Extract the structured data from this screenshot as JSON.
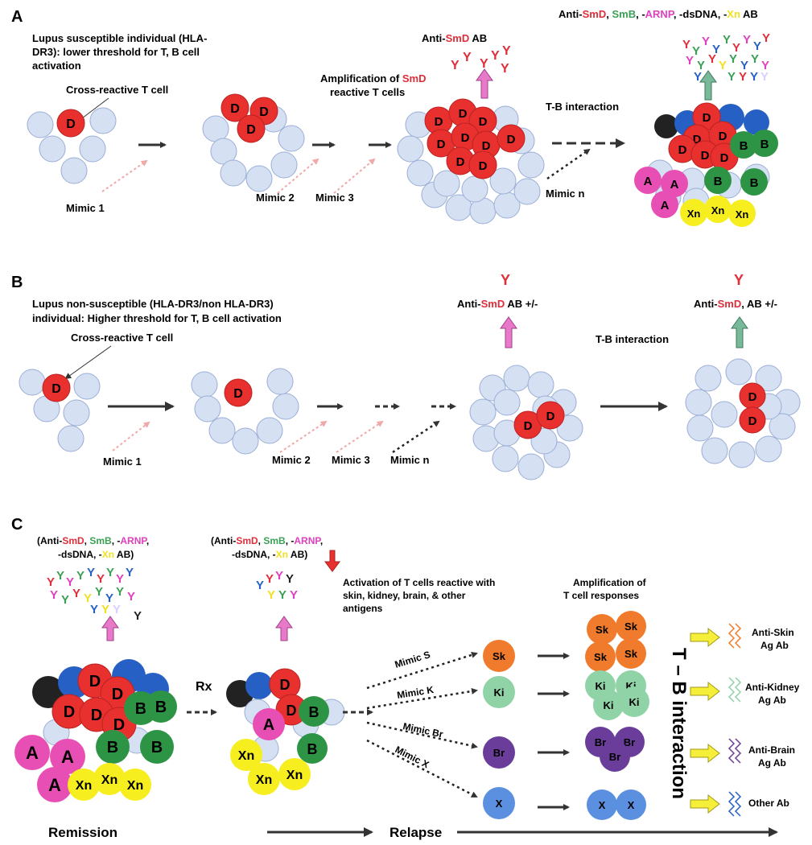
{
  "panels": {
    "A": {
      "letter": "A",
      "desc_line1": "Lupus susceptible individual (HLA-",
      "desc_line2": "DR3): lower threshold for T, B cell",
      "desc_line3": "activation",
      "cross_reactive": "Cross-reactive T cell",
      "mimic1": "Mimic 1",
      "mimic2": "Mimic 2",
      "mimic3": "Mimic 3",
      "mimicn": "Mimic n",
      "amp_line1": "Amplification of",
      "amp_smd": "SmD",
      "amp_line2": "reactive T cells",
      "anti_smd_pre": "Anti-",
      "anti_smd_smd": "SmD",
      "anti_smd_post": " AB",
      "tb_interaction": "T-B interaction",
      "ab_anti": "Anti-",
      "ab_smd": "SmD",
      "ab_comma1": ", ",
      "ab_smb": "SmB",
      "ab_comma2": ", -",
      "ab_arnp": "ARNP",
      "ab_dsdna": ", -dsDNA, -",
      "ab_xn": "Xn",
      "ab_end": "  AB"
    },
    "B": {
      "letter": "B",
      "desc_line1": "Lupus non-susceptible (HLA-DR3/non HLA-DR3)",
      "desc_line2": "individual: Higher threshold for T, B cell activation",
      "cross_reactive": "Cross-reactive T cell",
      "mimic1": "Mimic 1",
      "mimic2": "Mimic 2",
      "mimic3": "Mimic 3",
      "mimicn": "Mimic n",
      "ab1_pre": "Anti-",
      "ab1_smd": "SmD",
      "ab1_post": " AB +/-",
      "tb_interaction": "T-B interaction",
      "ab2_pre": "Anti-",
      "ab2_smd": "SmD",
      "ab2_post": ", AB +/-"
    },
    "C": {
      "letter": "C",
      "ab1_open": "(Anti-",
      "ab1_smd": "SmD",
      "ab1_c1": ", ",
      "ab1_smb": "SmB",
      "ab1_c2": ", -",
      "ab1_arnp": "ARNP",
      "ab1_c3": ",",
      "ab1_line2a": "-dsDNA, -",
      "ab1_xn": "Xn",
      "ab1_end": " AB)",
      "ab2_open": "(Anti-",
      "ab2_smd": "SmD",
      "ab2_c1": ", ",
      "ab2_smb": "SmB",
      "ab2_c2": ", -",
      "ab2_arnp": "ARNP",
      "ab2_c3": ",",
      "ab2_line2a": "-dsDNA, -",
      "ab2_xn": "Xn",
      "ab2_end": " AB)",
      "rx": "Rx",
      "activation_line1": "Activation of T cells reactive with",
      "activation_line2": "skin, kidney, brain, & other",
      "activation_line3": "antigens",
      "amp_line1": "Amplification of",
      "amp_line2": "T cell responses",
      "mimics": [
        "Mimic S",
        "Mimic K",
        "Mimic Br",
        "Mimic X"
      ],
      "single_cells": [
        "Sk",
        "Ki",
        "Br",
        "X"
      ],
      "outcomes": [
        {
          "line1": "Anti-Skin",
          "line2": "Ag Ab"
        },
        {
          "line1": "Anti-Kidney",
          "line2": "Ag Ab"
        },
        {
          "line1": "Anti-Brain",
          "line2": "Ag Ab"
        },
        {
          "line1": "Other Ab",
          "line2": ""
        }
      ],
      "tb_vertical": "T – B interaction",
      "remission": "Remission",
      "relapse": "Relapse"
    }
  },
  "cell_labels": {
    "D": "D",
    "A": "A",
    "B": "B",
    "Xn": "Xn",
    "Sk": "Sk",
    "Ki": "Ki",
    "Br": "Br",
    "X": "X"
  },
  "colors": {
    "light_cell": "#d6e0f3",
    "red_cell": "#e8312e",
    "green_cell": "#2e9445",
    "blue_cell": "#2760c4",
    "magenta_cell": "#e84fb4",
    "yellow_cell": "#f6ee1e",
    "black_cell": "#222222",
    "orange_cell": "#f07b2c",
    "light_green_cell": "#8fd3a6",
    "purple_cell": "#6a3d9a",
    "light_blue_cell": "#5b8fe0",
    "smd_text": "#e02d3a",
    "smb_text": "#3aa055",
    "arnp_text": "#e040c0",
    "xn_text": "#f0e020",
    "pink_arrow": "#e878c8",
    "green_arrow": "#7ab89a",
    "yellow_arrow": "#f5ef3a"
  },
  "icons": [
    "antibody-y-icon",
    "up-arrow-icon",
    "right-arrow-icon",
    "dotted-arrow-icon",
    "dashed-arrow-icon"
  ]
}
